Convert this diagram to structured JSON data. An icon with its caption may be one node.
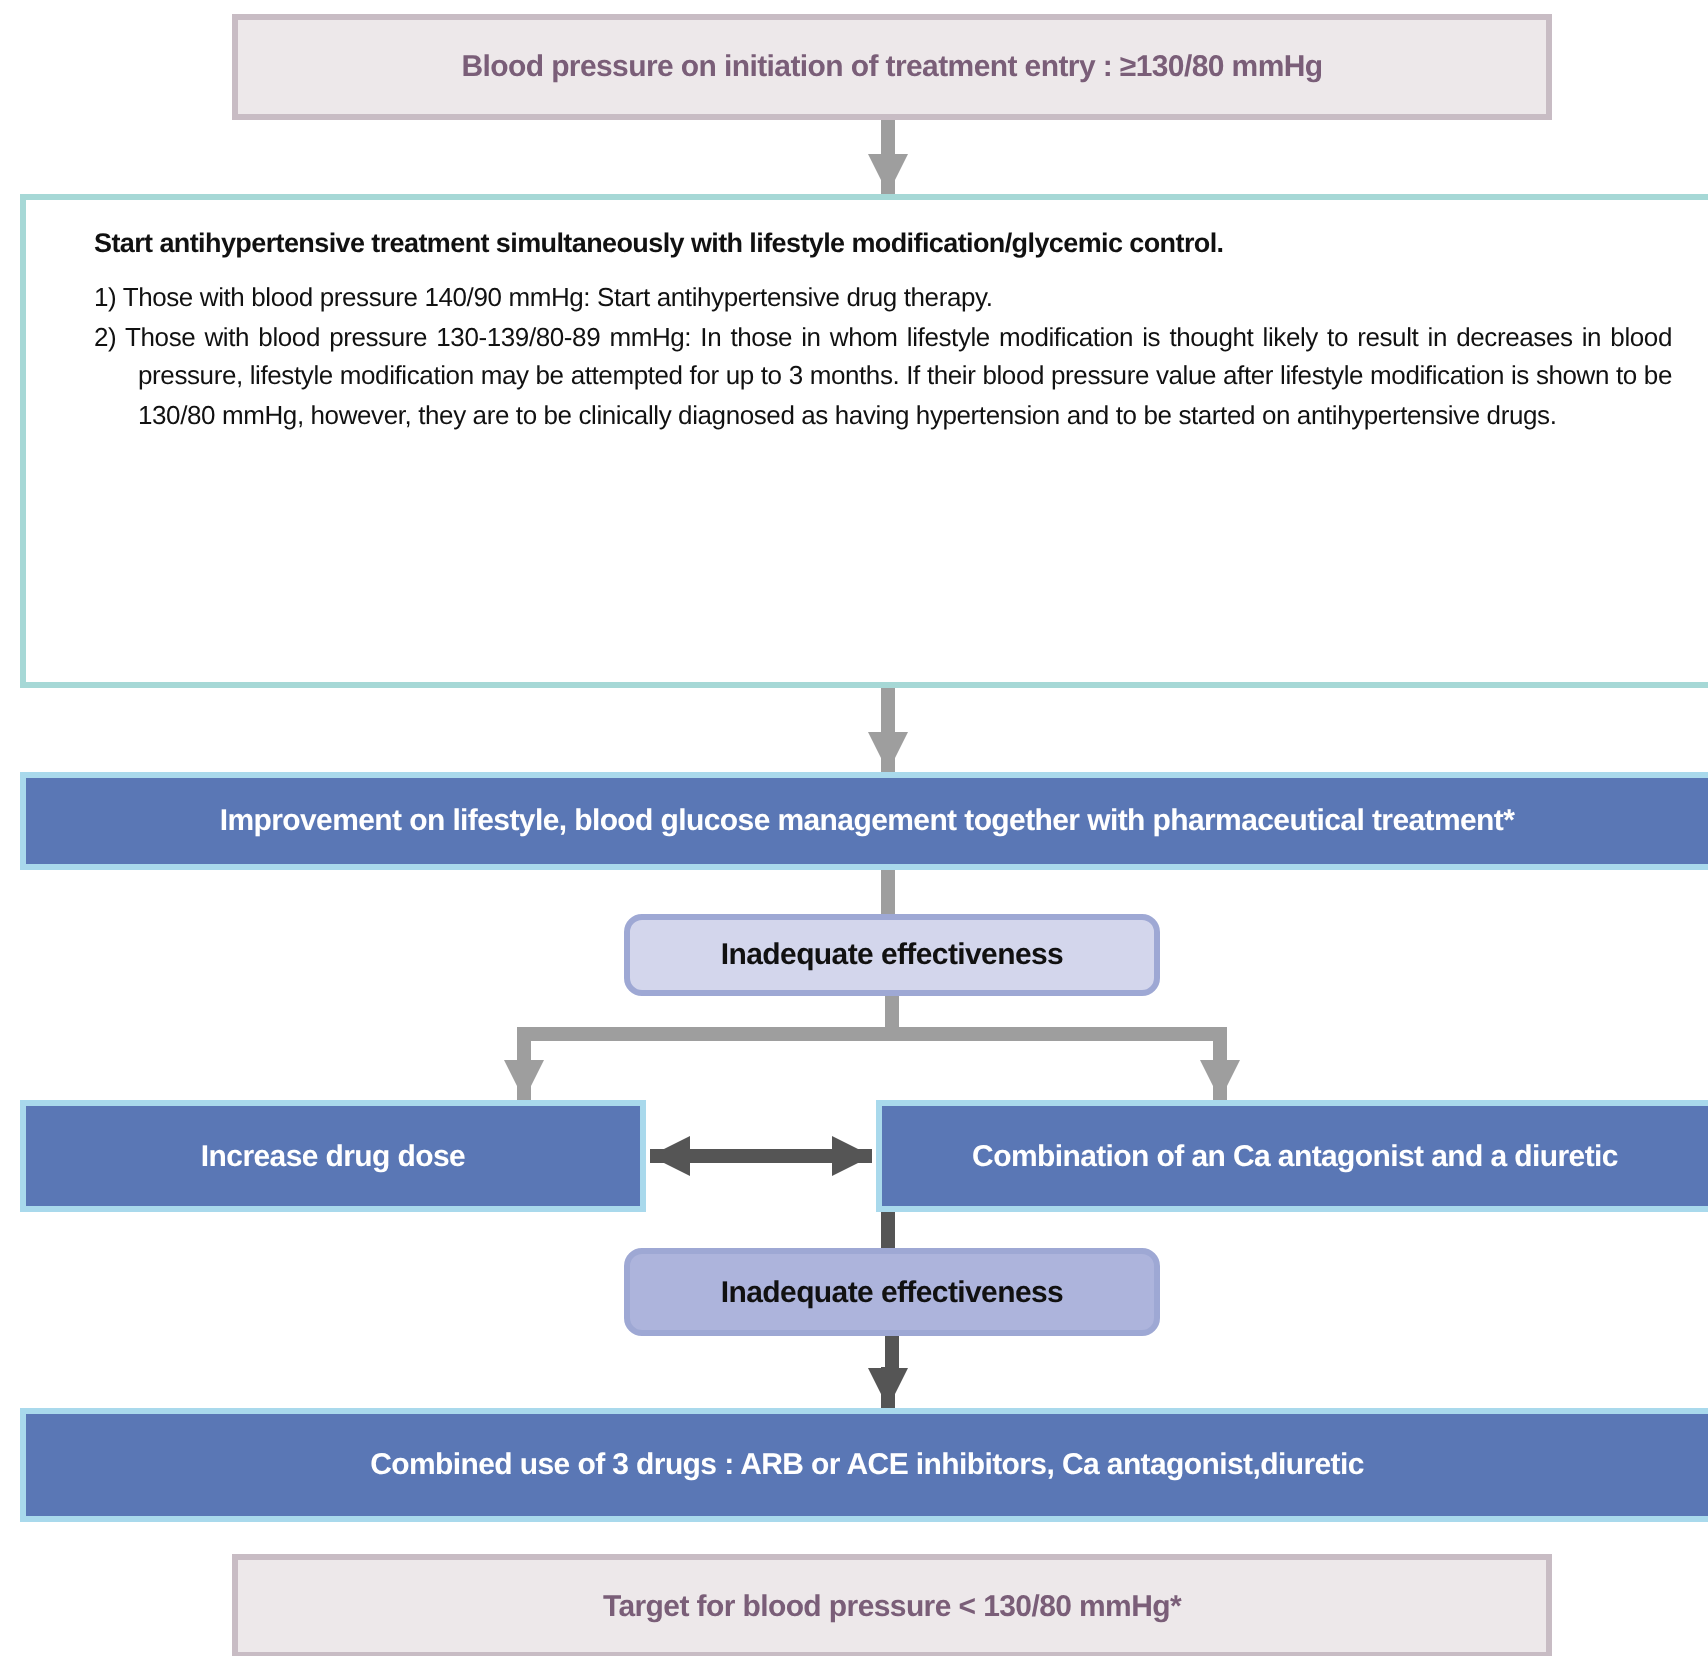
{
  "diagram": {
    "nodes": [
      {
        "text": [
          "Blood pressure on initiation of treatment entry : ≥130/80 mmHg"
        ]
      },
      {
        "text": [
          "Start antihypertensive treatment simultaneously with lifestyle modification/glycemic control.",
          "1) Those with blood pressure 140/90 mmHg: Start antihypertensive drug therapy.",
          "2) Those with blood pressure 130-139/80-89 mmHg: In those in whom lifestyle modification is thought likely to result in decreases in blood pressure, lifestyle modification may be attempted for up to 3 months. If their blood pressure value after lifestyle modification is shown to be 130/80 mmHg, however, they are to be clinically diagnosed as having hypertension and to be started on antihypertensive drugs."
        ]
      },
      {
        "text": [
          "Improvement on lifestyle, blood glucose management together with pharmaceutical treatment*"
        ]
      },
      {
        "text": [
          "Inadequate effectiveness"
        ]
      },
      {
        "text": [
          "Increase drug dose"
        ]
      },
      {
        "text": [
          "Combination of an Ca antagonist and a diuretic"
        ]
      },
      {
        "text": [
          "Inadequate effectiveness"
        ]
      },
      {
        "text": [
          "Combined use of 3 drugs : ARB or ACE inhibitors, Ca antagonist,diuretic"
        ]
      },
      {
        "text": [
          "Target for blood pressure < 130/80 mmHg*"
        ]
      }
    ],
    "edges": [
      {
        "from": 0,
        "to": 1,
        "arrow": "to"
      },
      {
        "from": 1,
        "to": 2,
        "arrow": "to"
      },
      {
        "from": 2,
        "to": 3,
        "arrow": "none"
      },
      {
        "from": 3,
        "to": 4,
        "arrow": "to"
      },
      {
        "from": 3,
        "to": 5,
        "arrow": "to"
      },
      {
        "from": 4,
        "to": 5,
        "arrow": "both",
        "color": "#555555"
      },
      {
        "from": 5,
        "to": 6,
        "arrow": "none",
        "color": "#555555"
      },
      {
        "from": 6,
        "to": 7,
        "arrow": "to",
        "color": "#555555"
      }
    ]
  }
}
